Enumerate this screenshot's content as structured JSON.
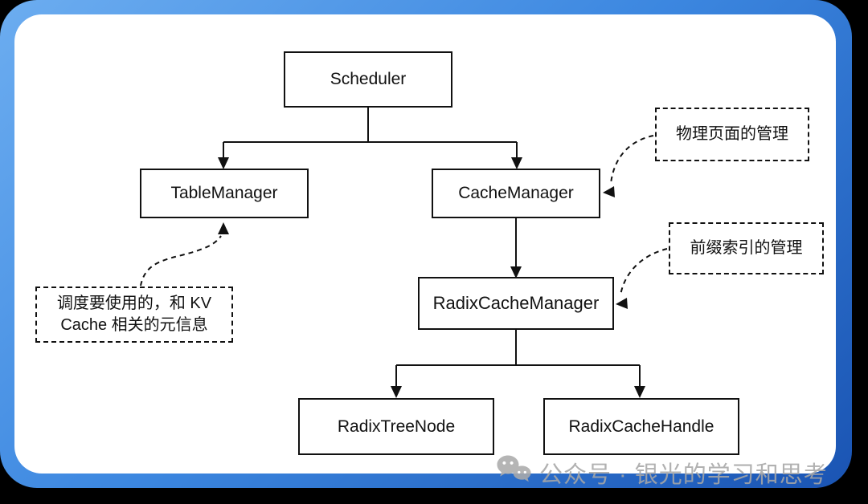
{
  "canvas": {
    "page_bg": "#000000",
    "frame_gradient_start": "#6cadf0",
    "frame_gradient_end": "#1a54b3",
    "card_bg": "#ffffff",
    "line_color": "#111111",
    "watermark_color": "#a7a7a7"
  },
  "nodes": {
    "scheduler": "Scheduler",
    "table_manager": "TableManager",
    "cache_manager": "CacheManager",
    "radix_cache_manager": "RadixCacheManager",
    "radix_tree_node": "RadixTreeNode",
    "radix_cache_handle": "RadixCacheHandle"
  },
  "notes": {
    "physical_pages": "物理页面的管理",
    "prefix_index": "前缀索引的管理",
    "kv_meta_line1": "调度要使用的，和 KV",
    "kv_meta_line2": "Cache 相关的元信息"
  },
  "watermark": {
    "text": "公众号 · 银光的学习和思考"
  }
}
